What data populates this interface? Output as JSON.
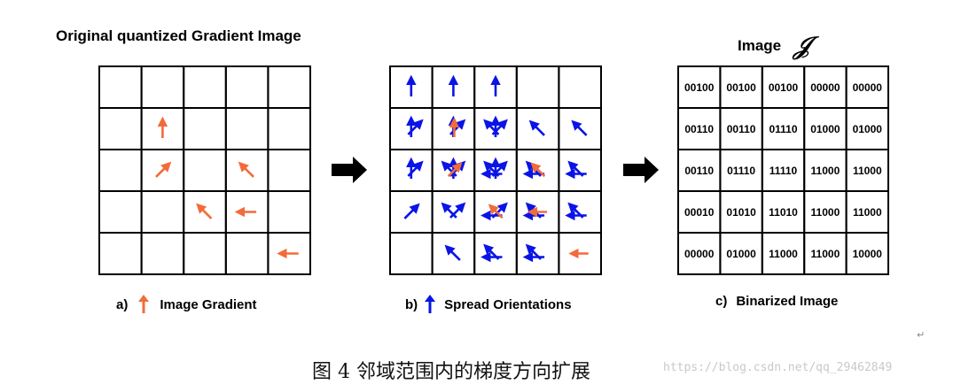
{
  "titles": {
    "left": "Original quantized Gradient Image",
    "right": "Image",
    "right_symbol": "𝒥"
  },
  "captions": {
    "a_prefix": "a)",
    "a_label": "Image Gradient",
    "b_prefix": "b)",
    "b_label": "Spread Orientations",
    "c_prefix": "c)",
    "c_label": "Binarized  Image"
  },
  "colors": {
    "gradient": "#f26b3a",
    "spread": "#0a14e6",
    "grid": "#000000"
  },
  "grid_a": {
    "rows": 5,
    "cols": 5,
    "arrows": [
      {
        "row": 1,
        "col": 1,
        "dir": "N"
      },
      {
        "row": 2,
        "col": 1,
        "dir": "NE"
      },
      {
        "row": 2,
        "col": 3,
        "dir": "NW"
      },
      {
        "row": 3,
        "col": 2,
        "dir": "NW"
      },
      {
        "row": 3,
        "col": 3,
        "dir": "W"
      },
      {
        "row": 4,
        "col": 4,
        "dir": "W"
      }
    ]
  },
  "grid_b": {
    "rows": 5,
    "cols": 5,
    "cells": [
      {
        "row": 0,
        "col": 0,
        "blue": [
          "N"
        ],
        "orange": []
      },
      {
        "row": 0,
        "col": 1,
        "blue": [
          "N"
        ],
        "orange": []
      },
      {
        "row": 0,
        "col": 2,
        "blue": [
          "N"
        ],
        "orange": []
      },
      {
        "row": 1,
        "col": 0,
        "blue": [
          "N",
          "NE"
        ],
        "orange": []
      },
      {
        "row": 1,
        "col": 1,
        "blue": [
          "N",
          "NE"
        ],
        "orange": [
          "N"
        ]
      },
      {
        "row": 1,
        "col": 2,
        "blue": [
          "N",
          "NE",
          "NW"
        ],
        "orange": []
      },
      {
        "row": 1,
        "col": 3,
        "blue": [
          "NW"
        ],
        "orange": []
      },
      {
        "row": 1,
        "col": 4,
        "blue": [
          "NW"
        ],
        "orange": []
      },
      {
        "row": 2,
        "col": 0,
        "blue": [
          "N",
          "NE"
        ],
        "orange": []
      },
      {
        "row": 2,
        "col": 1,
        "blue": [
          "N",
          "NE",
          "NW"
        ],
        "orange": [
          "NE"
        ]
      },
      {
        "row": 2,
        "col": 2,
        "blue": [
          "N",
          "NE",
          "NW",
          "W"
        ],
        "orange": []
      },
      {
        "row": 2,
        "col": 3,
        "blue": [
          "NW",
          "W"
        ],
        "orange": [
          "NW"
        ]
      },
      {
        "row": 2,
        "col": 4,
        "blue": [
          "NW",
          "W"
        ],
        "orange": []
      },
      {
        "row": 3,
        "col": 0,
        "blue": [
          "NE"
        ],
        "orange": []
      },
      {
        "row": 3,
        "col": 1,
        "blue": [
          "NE",
          "NW"
        ],
        "orange": []
      },
      {
        "row": 3,
        "col": 2,
        "blue": [
          "NE",
          "W"
        ],
        "orange": [
          "NW"
        ]
      },
      {
        "row": 3,
        "col": 3,
        "blue": [
          "NW",
          "W"
        ],
        "orange": [
          "W"
        ]
      },
      {
        "row": 3,
        "col": 4,
        "blue": [
          "NW",
          "W"
        ],
        "orange": []
      },
      {
        "row": 4,
        "col": 1,
        "blue": [
          "NW"
        ],
        "orange": []
      },
      {
        "row": 4,
        "col": 2,
        "blue": [
          "NW",
          "W"
        ],
        "orange": []
      },
      {
        "row": 4,
        "col": 3,
        "blue": [
          "NW",
          "W"
        ],
        "orange": []
      },
      {
        "row": 4,
        "col": 4,
        "blue": [],
        "orange": [
          "W"
        ]
      }
    ]
  },
  "grid_c": {
    "rows": 5,
    "cols": 5,
    "values": [
      [
        "00100",
        "00100",
        "00100",
        "00000",
        "00000"
      ],
      [
        "00110",
        "00110",
        "01110",
        "01000",
        "01000"
      ],
      [
        "00110",
        "01110",
        "11110",
        "11000",
        "11000"
      ],
      [
        "00010",
        "01010",
        "11010",
        "11000",
        "11000"
      ],
      [
        "00000",
        "01000",
        "11000",
        "11000",
        "10000"
      ]
    ]
  },
  "footer": "图 4  邻域范围内的梯度方向扩展",
  "watermark": "https://blog.csdn.net/qq_29462849",
  "para_mark": "↵"
}
